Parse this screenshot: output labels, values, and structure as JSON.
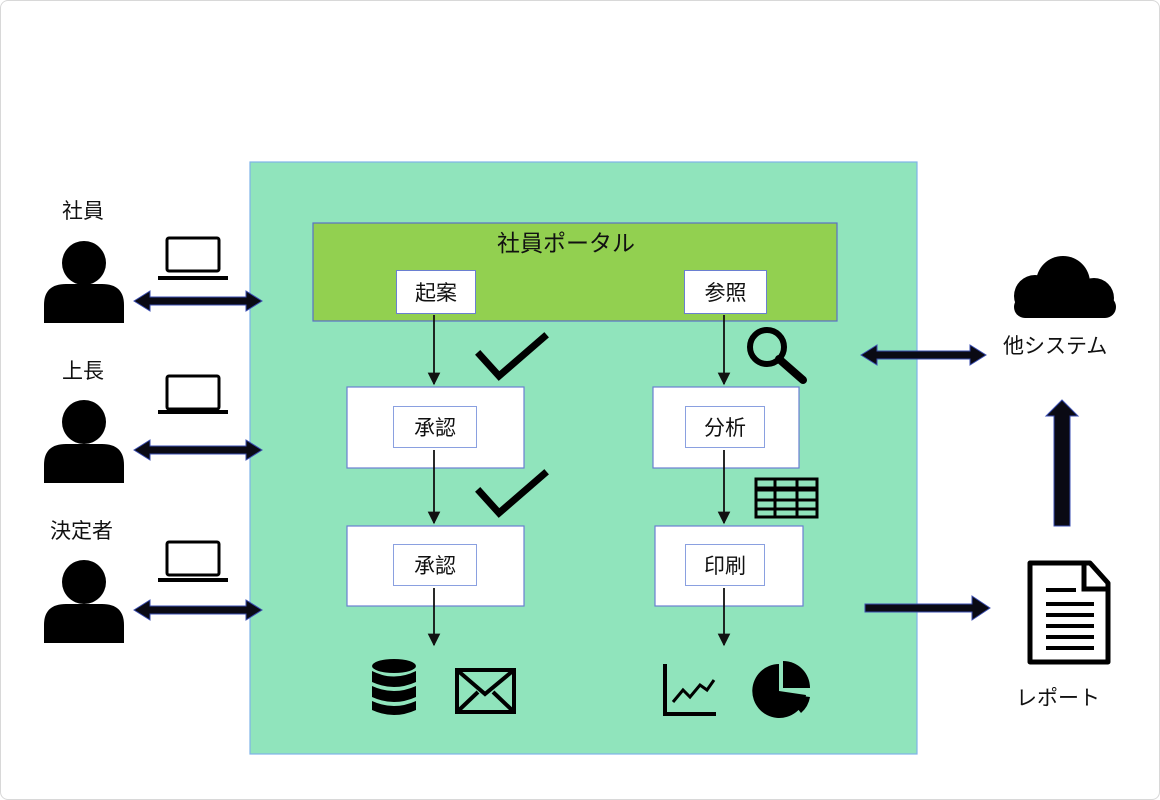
{
  "actors": [
    {
      "label": "社員"
    },
    {
      "label": "上長"
    },
    {
      "label": "決定者"
    }
  ],
  "portal": {
    "title": "社員ポータル"
  },
  "nodes": {
    "kian": "起案",
    "sansho": "参照",
    "shonin1": "承認",
    "shonin2": "承認",
    "bunseki": "分析",
    "insatsu": "印刷"
  },
  "external": {
    "other_systems": "他システム",
    "report": "レポート"
  },
  "icons": [
    "person-icon",
    "laptop-icon",
    "checkmark-icon",
    "magnifier-icon",
    "table-icon",
    "database-icon",
    "mail-icon",
    "line-chart-icon",
    "pie-chart-icon",
    "cloud-icon",
    "document-icon"
  ],
  "colors": {
    "system_bg": "#90e4bc",
    "portal_bg": "#92d050",
    "border_blue": "#5b70c7",
    "arrow": "#0a0a14"
  }
}
